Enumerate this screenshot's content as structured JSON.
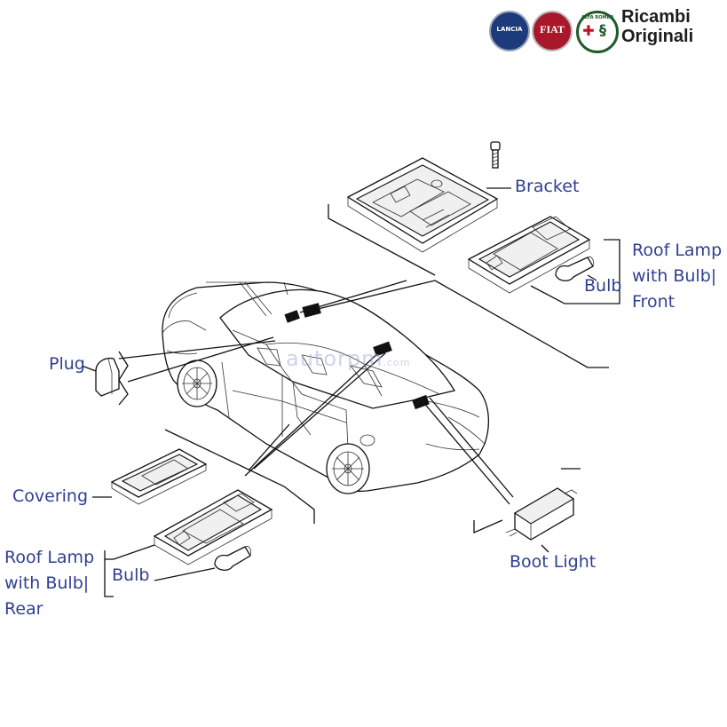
{
  "brand": {
    "text_line1": "Ricambi",
    "text_line2": "Originali",
    "logos": [
      {
        "name": "lancia",
        "text": "LANCIA",
        "color": "#1d3a7a",
        "icon": "lancia-shield-icon"
      },
      {
        "name": "fiat",
        "text": "FIAT",
        "color": "#a8182a",
        "icon": "fiat-badge-icon"
      },
      {
        "name": "alfa-romeo",
        "text": "ALFA ROMEO",
        "color": "#1f5a2b",
        "icon": "alfa-romeo-badge-icon"
      }
    ]
  },
  "watermark": {
    "text": "autorpm",
    "suffix": ".com"
  },
  "labels": {
    "bracket": "Bracket",
    "roof_lamp_front_1": "Roof Lamp",
    "roof_lamp_front_2": "with Bulb|",
    "roof_lamp_front_3": "Front",
    "bulb_front": "Bulb",
    "plug": "Plug",
    "covering": "Covering",
    "roof_lamp_rear_1": "Roof Lamp",
    "roof_lamp_rear_2": "with Bulb|",
    "roof_lamp_rear_3": "Rear",
    "bulb_rear": "Bulb",
    "boot_light": "Boot Light"
  },
  "colors": {
    "label": "#2f3f93",
    "line": "#111111",
    "background": "#ffffff"
  }
}
